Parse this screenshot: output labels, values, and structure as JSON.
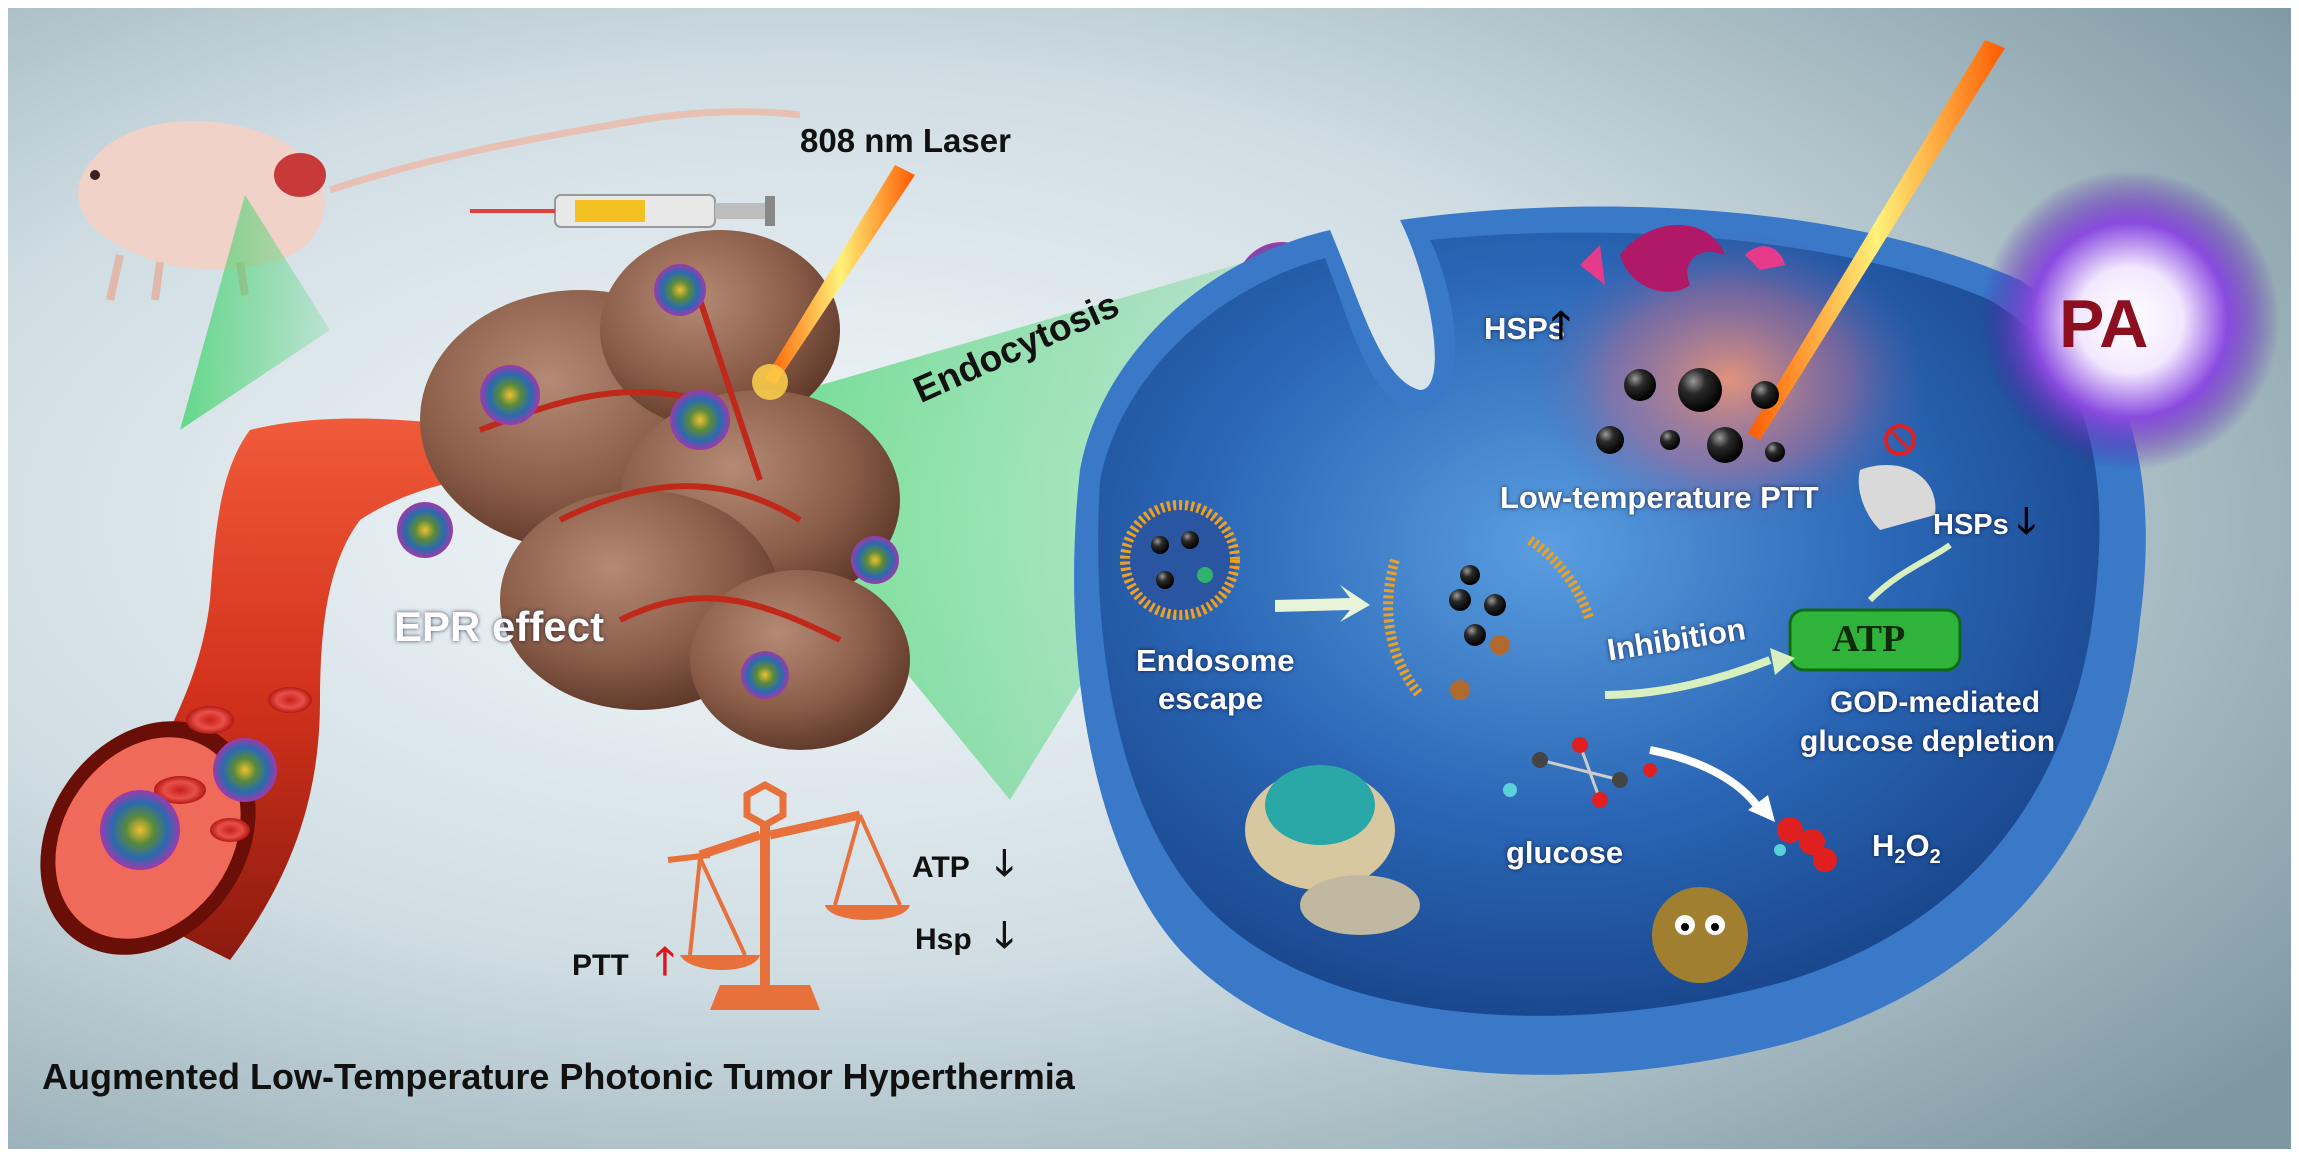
{
  "labels": {
    "laser": "808 nm Laser",
    "endocytosis": "Endocytosis",
    "epr": "EPR effect",
    "hsps_up": "HSPs",
    "hsps_down": "HSPs",
    "low_temp_ptt": "Low-temperature PTT",
    "pa": "PA",
    "endosome_line1": "Endosome",
    "endosome_line2": "escape",
    "inhibition": "Inhibition",
    "atp_box": "ATP",
    "god_line1": "GOD-mediated",
    "god_line2": "glucose depletion",
    "glucose": "glucose",
    "h2o2_h": "H",
    "h2o2_2a": "2",
    "h2o2_o": "O",
    "h2o2_2b": "2",
    "atp_balance": "ATP",
    "hsp_balance": "Hsp",
    "ptt_balance": "PTT",
    "title": "Augmented Low-Temperature Photonic Tumor Hyperthermia"
  },
  "arrows": {
    "up": "🡑",
    "down": "🡓"
  },
  "colors": {
    "pa_text": "#8b0f1e",
    "atp_box": "#2fb33a",
    "atp_text": "#0d2a08",
    "balance": "#e8703a",
    "vessel": "#d63a22",
    "tumor": "#8a5a45",
    "cell": "#2a69b8",
    "laser": "#ff7a10",
    "up_arrow": "#e0141c",
    "down_arrow": "#111111"
  }
}
